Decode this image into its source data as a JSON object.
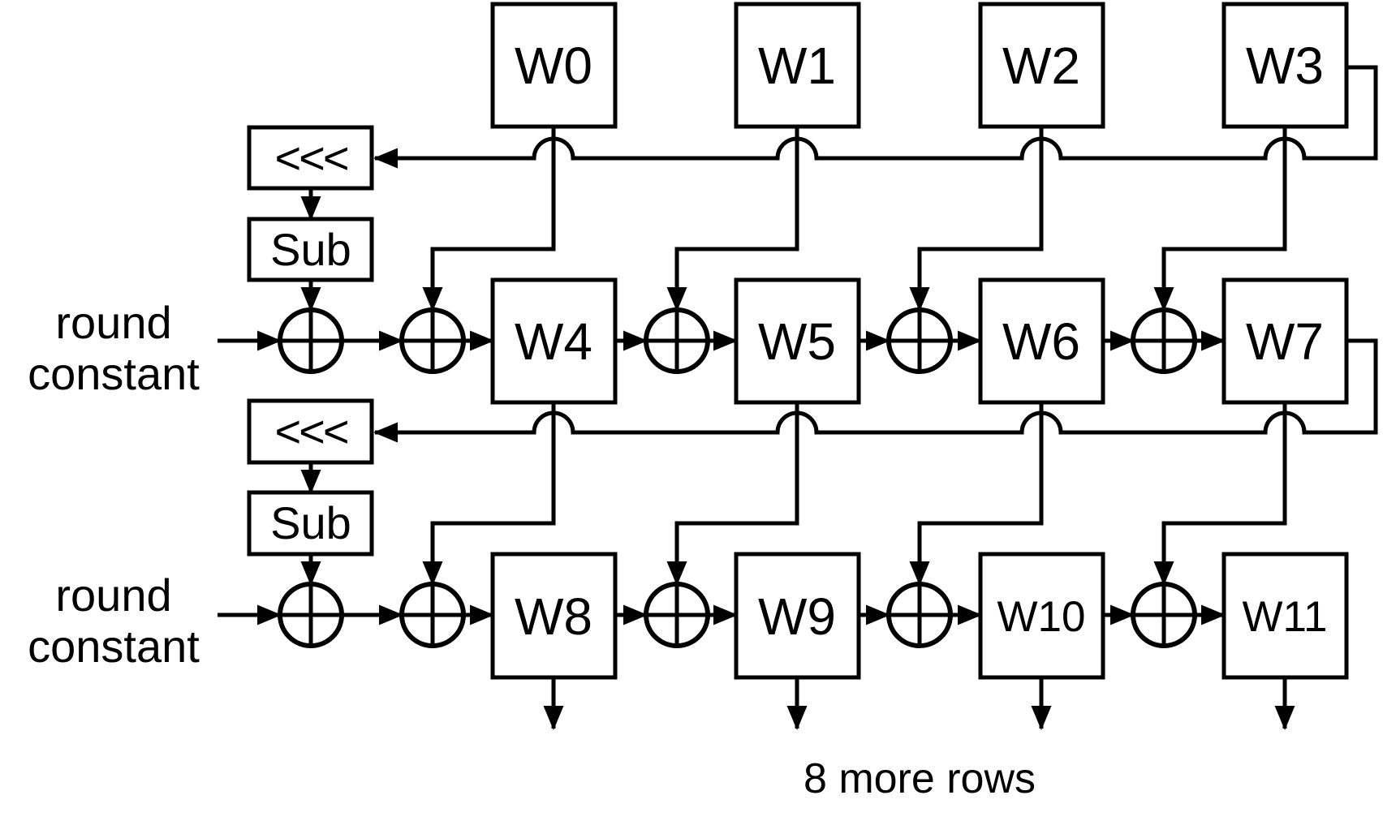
{
  "diagram": {
    "background_color": "#ffffff",
    "line_color": "#000000",
    "top_row_words": [
      "W0",
      "W1",
      "W2",
      "W3"
    ],
    "middle_row_words": [
      "W4",
      "W5",
      "W6",
      "W7"
    ],
    "bottom_row_words": [
      "W8",
      "W9",
      "W10",
      "W11"
    ],
    "rotate_box_label": "<<<",
    "sub_box_label": "Sub",
    "round_constant_label": {
      "line1": "round",
      "line2": "constant"
    },
    "more_rows_label": "8 more rows",
    "icons": {
      "xor": "xor-circle-plus-icon",
      "arrowhead": "solid-triangle-arrowhead"
    }
  }
}
